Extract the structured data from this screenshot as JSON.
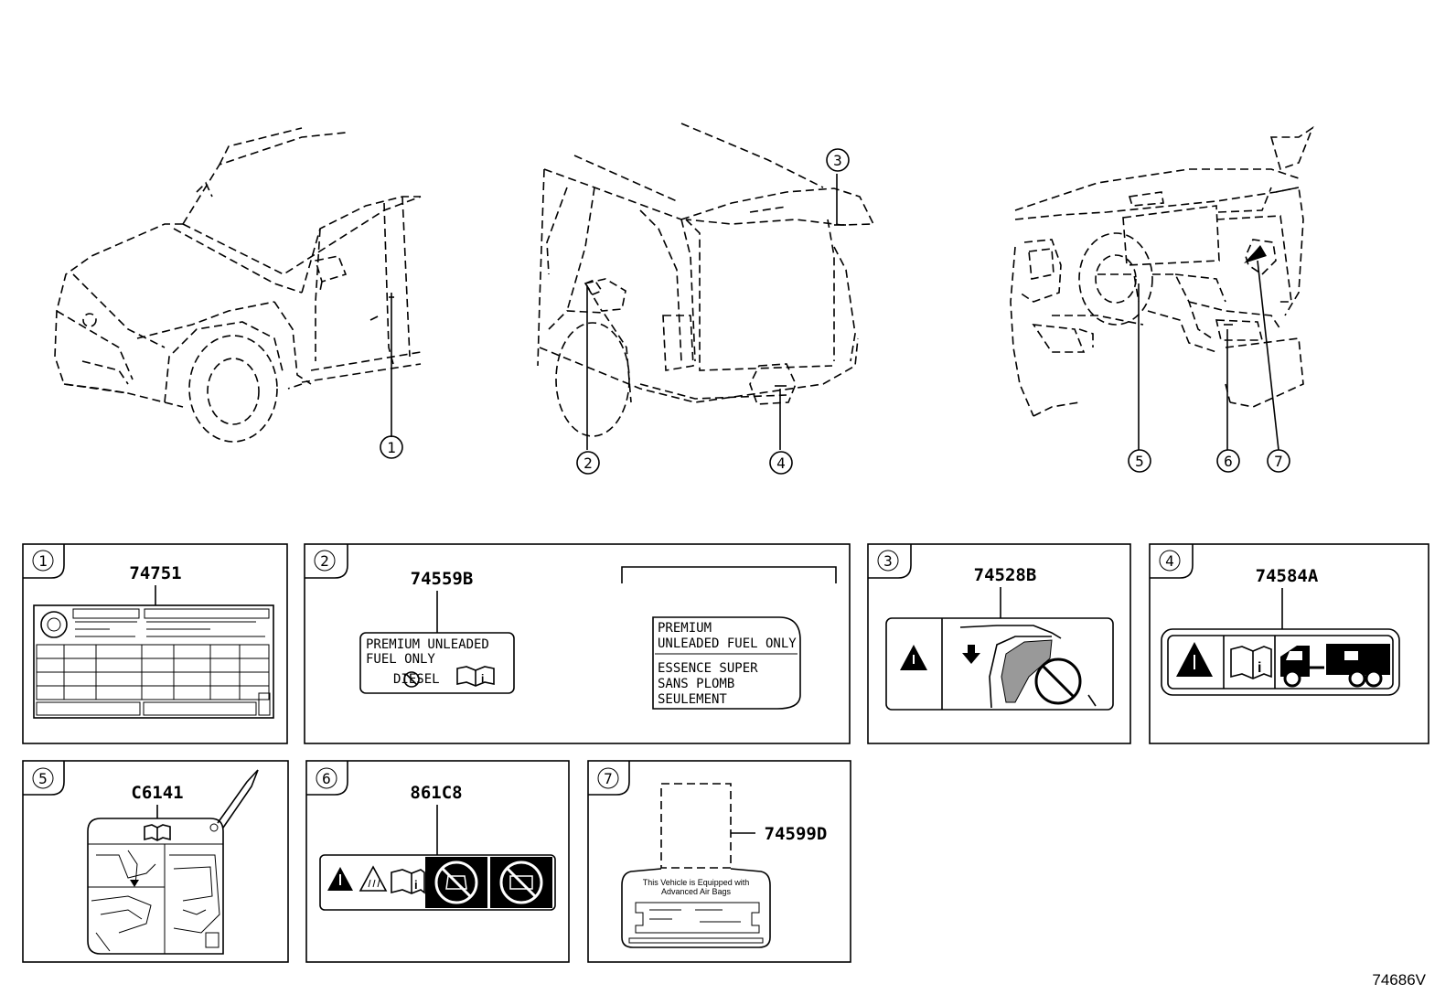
{
  "callouts": [
    "1",
    "2",
    "3",
    "4",
    "5",
    "6",
    "7"
  ],
  "panels": [
    {
      "index": "1",
      "part": "74751"
    },
    {
      "index": "2",
      "part": "74559B"
    },
    {
      "index": "3",
      "part": "74528B"
    },
    {
      "index": "4",
      "part": "74584A"
    },
    {
      "index": "5",
      "part": "C6141"
    },
    {
      "index": "6",
      "part": "861C8"
    },
    {
      "index": "7",
      "part": "74599D"
    }
  ],
  "label_74559b": {
    "line1": "PREMIUM  UNLEADED",
    "line2": "FUEL  ONLY",
    "diesel": "DIESEL"
  },
  "label_74559b_alt": {
    "line1": "PREMIUM",
    "line2": "UNLEADED FUEL ONLY",
    "line3": "ESSENCE  SUPER",
    "line4": "SANS  PLOMB",
    "line5": "SEULEMENT"
  },
  "label_74599d": {
    "line1": "This Vehicle is Equipped with",
    "line2": "Advanced  Air  Bags"
  },
  "figure_code": "74686V"
}
